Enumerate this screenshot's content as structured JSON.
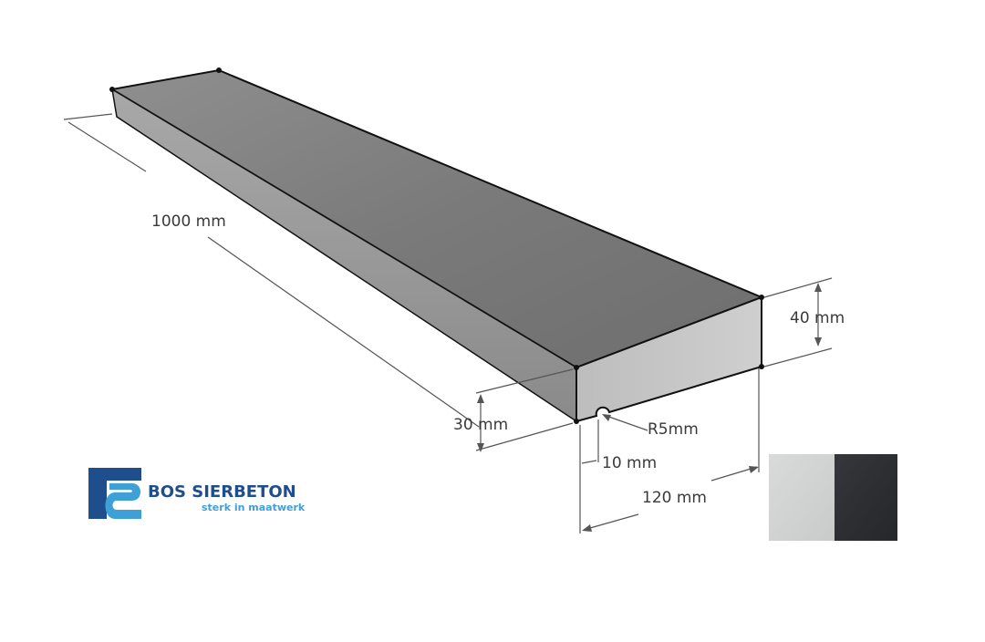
{
  "dimensions": {
    "length": "1000 mm",
    "height_side": "40 mm",
    "height_front": "30 mm",
    "groove_radius": "R5mm",
    "groove_offset": "10 mm",
    "width": "120 mm"
  },
  "brand": {
    "name": "BOS SIERBETON",
    "tagline": "sterk in maatwerk",
    "colors": {
      "dark": "#1f4e8c",
      "light": "#3fa0d8"
    }
  },
  "swatches": [
    {
      "name": "light-grey",
      "color": "#d4d6d6"
    },
    {
      "name": "anthracite",
      "color": "#2e3033"
    }
  ]
}
